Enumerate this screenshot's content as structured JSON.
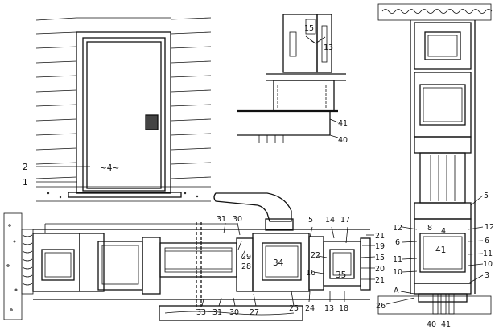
{
  "labels": {
    "door_center": "~4~",
    "n1": "1",
    "n2": "2",
    "n13": "13",
    "n15": "15",
    "n40": "40",
    "n41": "41",
    "n5": "5",
    "n14": "14",
    "n17": "17",
    "n21a": "21",
    "n19": "19",
    "n15b": "15",
    "n20": "20",
    "n21b": "21",
    "n22": "22",
    "n16": "16",
    "n34": "34",
    "n35": "35",
    "n31a": "31",
    "n30a": "30",
    "n29": "29",
    "n28": "28",
    "n33": "33",
    "n31b": "31",
    "n30b": "30",
    "n27": "27",
    "n25": "25",
    "n24": "24",
    "n13b": "13",
    "n18": "18",
    "r5": "5",
    "r12a": "12",
    "r8": "8",
    "r4": "4",
    "r12b": "12",
    "r6a": "6",
    "r6b": "6",
    "r41": "41",
    "r11a": "11",
    "r11b": "11",
    "r10a": "10",
    "r10b": "10",
    "r3": "3",
    "rA": "A",
    "r26": "26",
    "r40": "40",
    "r41b": "41"
  }
}
